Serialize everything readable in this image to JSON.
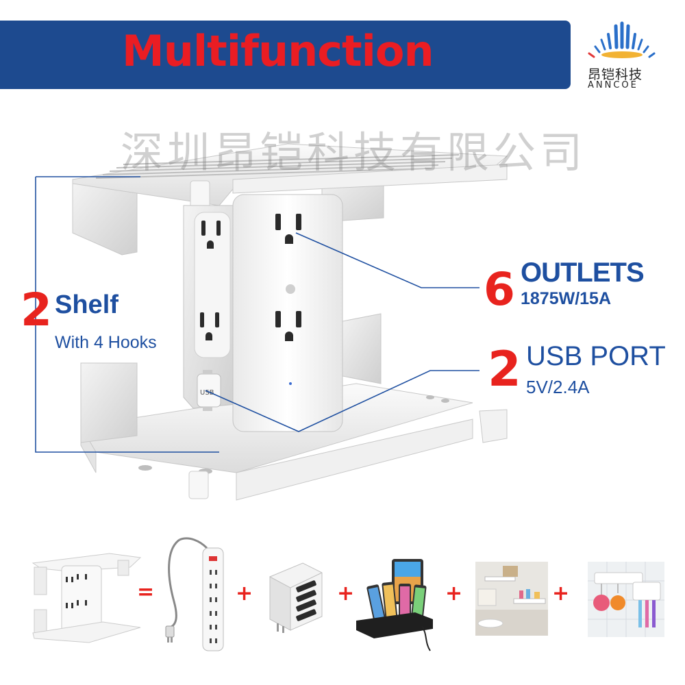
{
  "header": {
    "title": "Multifunction",
    "brand_cn": "昂铠科技",
    "brand_en": "ANNCOE"
  },
  "watermark": "深圳昂铠科技有限公司",
  "features": {
    "shelf": {
      "count": "2",
      "title": "Shelf",
      "subtitle": "With 4 Hooks"
    },
    "outlets": {
      "count": "6",
      "title": "OUTLETS",
      "subtitle": "1875W/15A"
    },
    "usb": {
      "count": "2",
      "title": "USB PORT",
      "subtitle": "5V/2.4A"
    }
  },
  "device": {
    "usb_label": "USB"
  },
  "equation": {
    "equals": "=",
    "plus": "+"
  },
  "colors": {
    "banner": "#1d4a8f",
    "accent_red": "#e8231e",
    "label_blue": "#1e4fa0"
  }
}
